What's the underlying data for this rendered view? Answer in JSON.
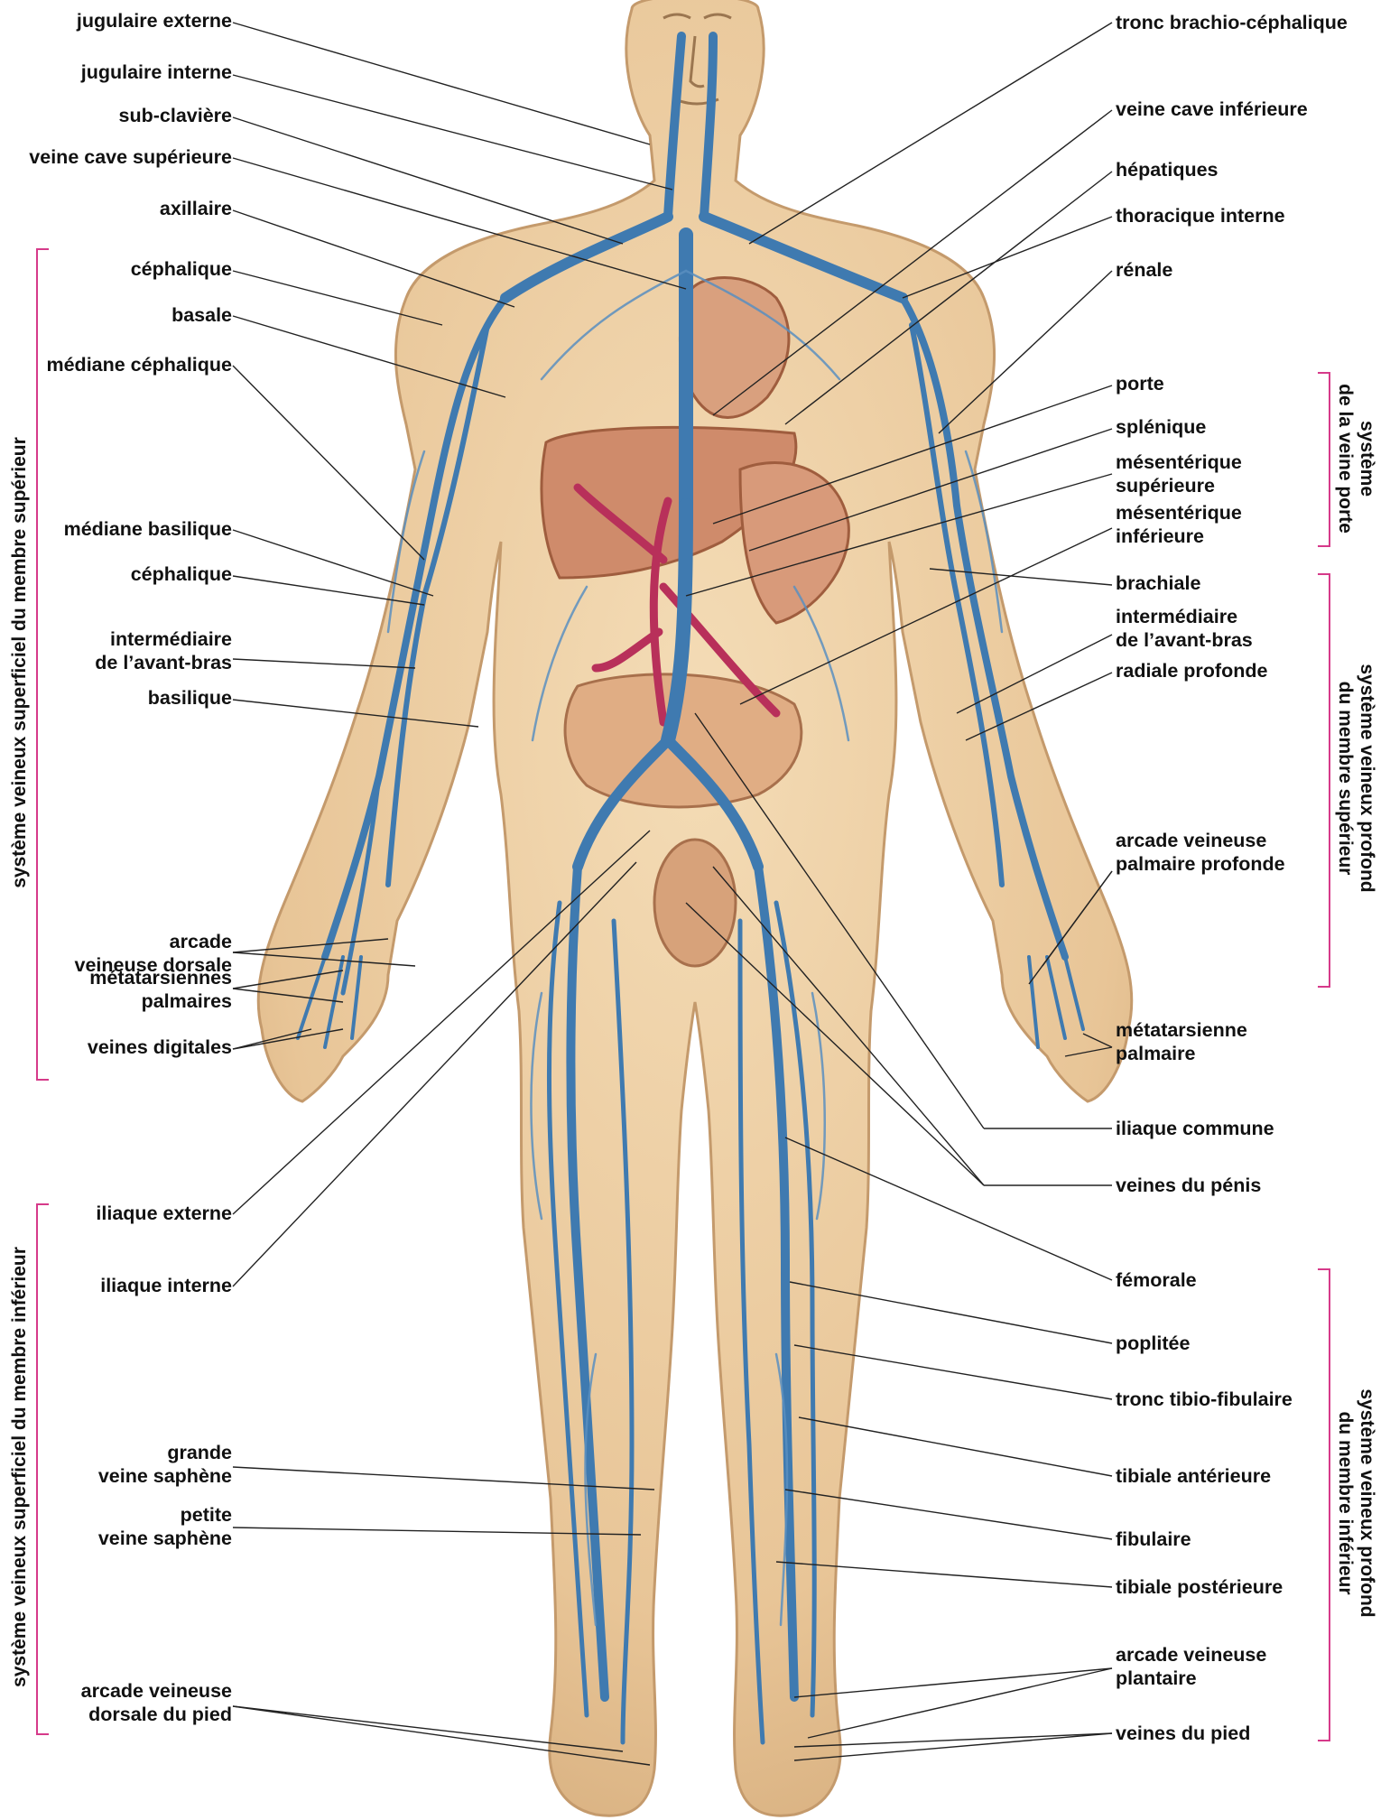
{
  "labels_left": [
    {
      "id": "jugulaire-externe",
      "text": "jugulaire externe"
    },
    {
      "id": "jugulaire-interne",
      "text": "jugulaire interne"
    },
    {
      "id": "sub-claviere",
      "text": "sub-clavière"
    },
    {
      "id": "veine-cave-superieure",
      "text": "veine cave supérieure"
    },
    {
      "id": "axillaire",
      "text": "axillaire"
    },
    {
      "id": "cephalique-1",
      "text": "céphalique"
    },
    {
      "id": "basale",
      "text": "basale"
    },
    {
      "id": "mediane-cephalique",
      "text": "médiane céphalique"
    },
    {
      "id": "mediane-basilique",
      "text": "médiane basilique"
    },
    {
      "id": "cephalique-2",
      "text": "céphalique"
    },
    {
      "id": "intermediaire-avant-bras-left",
      "text": "intermédiaire\nde l’avant-bras"
    },
    {
      "id": "basilique",
      "text": "basilique"
    },
    {
      "id": "arcade-veineuse-dorsale",
      "text": "arcade\nveineuse dorsale"
    },
    {
      "id": "metatarsiennes-palmaires",
      "text": "métatarsiennes\npalmaires"
    },
    {
      "id": "veines-digitales",
      "text": "veines digitales"
    },
    {
      "id": "iliaque-externe",
      "text": "iliaque externe"
    },
    {
      "id": "iliaque-interne",
      "text": "iliaque interne"
    },
    {
      "id": "grande-veine-saphene",
      "text": "grande\nveine saphène"
    },
    {
      "id": "petite-veine-saphene",
      "text": "petite\nveine saphène"
    },
    {
      "id": "arcade-veineuse-dorsale-pied",
      "text": "arcade veineuse\ndorsale du pied"
    }
  ],
  "labels_right": [
    {
      "id": "tronc-brachio-cephalique",
      "text": "tronc brachio-céphalique"
    },
    {
      "id": "veine-cave-inferieure",
      "text": "veine cave inférieure"
    },
    {
      "id": "hepatiques",
      "text": "hépatiques"
    },
    {
      "id": "thoracique-interne",
      "text": "thoracique interne"
    },
    {
      "id": "renale",
      "text": "rénale"
    },
    {
      "id": "porte",
      "text": "porte"
    },
    {
      "id": "splenique",
      "text": "splénique"
    },
    {
      "id": "mesenterique-superieure",
      "text": "mésentérique\nsupérieure"
    },
    {
      "id": "mesenterique-inferieure",
      "text": "mésentérique\ninférieure"
    },
    {
      "id": "brachiale",
      "text": "brachiale"
    },
    {
      "id": "intermediaire-avant-bras-right",
      "text": "intermédiaire\nde l’avant-bras"
    },
    {
      "id": "radiale-profonde",
      "text": "radiale profonde"
    },
    {
      "id": "arcade-veineuse-palmaire-profonde",
      "text": "arcade veineuse\npalmaire profonde"
    },
    {
      "id": "metatarsienne-palmaire",
      "text": "métatarsienne\npalmaire"
    },
    {
      "id": "iliaque-commune",
      "text": "iliaque commune"
    },
    {
      "id": "veines-du-penis",
      "text": "veines du pénis"
    },
    {
      "id": "femorale",
      "text": "fémorale"
    },
    {
      "id": "poplitee",
      "text": "poplitée"
    },
    {
      "id": "tronc-tibio-fibulaire",
      "text": "tronc tibio-fibulaire"
    },
    {
      "id": "tibiale-anterieure",
      "text": "tibiale antérieure"
    },
    {
      "id": "fibulaire",
      "text": "fibulaire"
    },
    {
      "id": "tibiale-posterieure",
      "text": "tibiale postérieure"
    },
    {
      "id": "arcade-veineuse-plantaire",
      "text": "arcade veineuse\nplantaire"
    },
    {
      "id": "veines-du-pied",
      "text": "veines du pied"
    }
  ],
  "groups": {
    "superficiel_superieur": "système veineux superficiel du membre supérieur",
    "superficiel_inferieur": "système veineux superficiel du membre inférieur",
    "veine_porte": "système\nde la veine porte",
    "profond_superieur": "système veineux profond\ndu membre supérieur",
    "profond_inferieur": "système veineux profond\ndu membre inférieur"
  },
  "colors": {
    "skin": "#eccda0",
    "skin_shadow": "#c9a071",
    "vein": "#3f7ab0",
    "vein_dark": "#1f4f86",
    "artery": "#b8305a",
    "organ": "#cf8b6b",
    "bracket": "#d63a8a"
  }
}
